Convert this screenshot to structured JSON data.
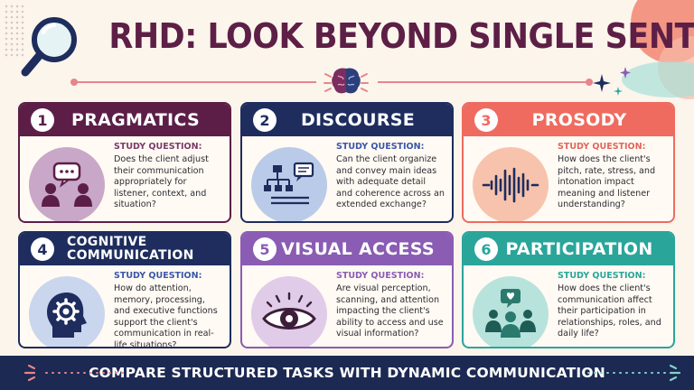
{
  "title": "RHD: LOOK BEYOND SINGLE SENTENCES",
  "colors": {
    "plum": "#5c1e47",
    "navy": "#1e2d5e",
    "coral": "#ef6b5f",
    "purple": "#8a5cb3",
    "teal": "#2aa59a",
    "background": "#fbf5ec"
  },
  "study_label": "STUDY QUESTION:",
  "cards": [
    {
      "num": "1",
      "title": "PRAGMATICS",
      "icon": "conversation-people-icon",
      "question": "Does the client adjust their communication appropriately for listener, context, and situation?"
    },
    {
      "num": "2",
      "title": "DISCOURSE",
      "icon": "hierarchy-diagram-icon",
      "question": "Can the client organize and convey main ideas with adequate detail and coherence across an extended exchange?"
    },
    {
      "num": "3",
      "title": "PROSODY",
      "icon": "sound-wave-icon",
      "question": "How does the client's pitch, rate, stress, and intonation impact meaning and listener understanding?"
    },
    {
      "num": "4",
      "title": "COGNITIVE COMMUNICATION",
      "title_line1": "COGNITIVE",
      "title_line2": "COMMUNICATION",
      "icon": "head-gear-icon",
      "question": "How do attention, memory, processing, and executive functions support the client's communication in real-life situations?"
    },
    {
      "num": "5",
      "title": "VISUAL ACCESS",
      "icon": "eye-icon",
      "question": "Are visual perception, scanning, and attention impacting the client's ability to access and use visual information?"
    },
    {
      "num": "6",
      "title": "PARTICIPATION",
      "icon": "group-heart-icon",
      "question": "How does the client's communication affect their participation in relationships, roles, and daily life?"
    }
  ],
  "footer": "COMPARE STRUCTURED TASKS WITH DYNAMIC COMMUNICATION",
  "decor_icons": [
    "magnifying-glass-icon",
    "brain-icon",
    "sparkle-icon"
  ]
}
